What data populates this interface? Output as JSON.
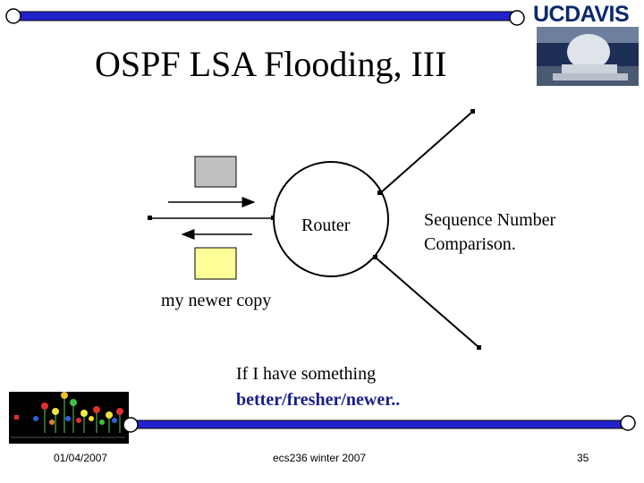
{
  "slide": {
    "title": "OSPF LSA Flooding, III",
    "logo_text": "UCDAVIS",
    "router_label": "Router",
    "compare_label_line1": "Sequence Number",
    "compare_label_line2": "Comparison.",
    "copy_label": "my newer copy",
    "note_line1": "If I have something",
    "note_line2": "better/fresher/newer..",
    "footer_date": "01/04/2007",
    "footer_course": "ecs236 winter 2007",
    "footer_page": "35"
  },
  "colors": {
    "header_bar": "#2222cc",
    "box_gray": "#c0c0c0",
    "box_yellow": "#ffff99",
    "note_blue": "#1a1f8a"
  }
}
